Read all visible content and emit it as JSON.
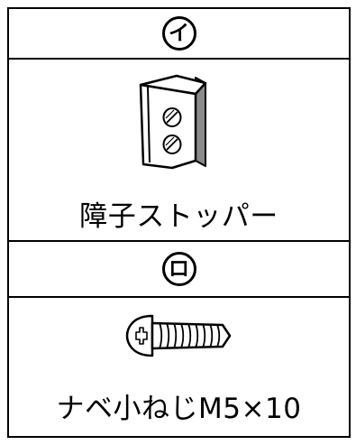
{
  "parts": [
    {
      "key_letter": "イ",
      "name": "障子ストッパー",
      "icon": "door-stopper-block-icon"
    },
    {
      "key_letter": "ロ",
      "name": "ナベ小ねじM5×10",
      "icon": "pan-head-screw-icon"
    }
  ],
  "colors": {
    "line": "#000000",
    "background": "#ffffff",
    "stopper_side_shade": "#8a8a8a"
  }
}
